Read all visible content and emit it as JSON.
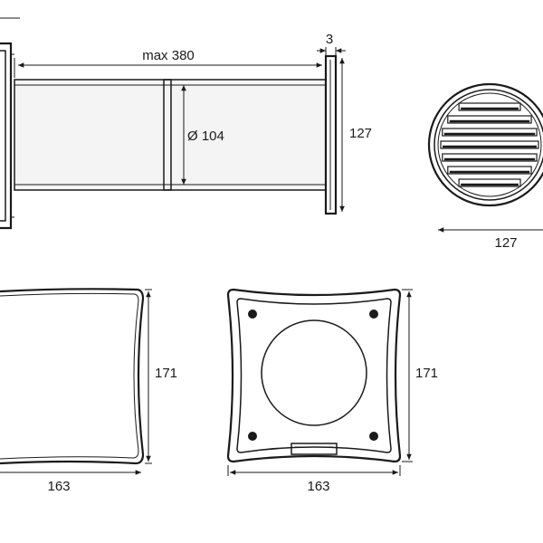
{
  "dimensions": {
    "length_label": "max 380",
    "diameter_label": "Ø 104",
    "flange_thickness": "3",
    "flange_height": "127",
    "grille_diameter": "127",
    "hood_side_height": "171",
    "hood_side_width": "163",
    "hood_front_height": "171",
    "hood_front_width": "163"
  }
}
